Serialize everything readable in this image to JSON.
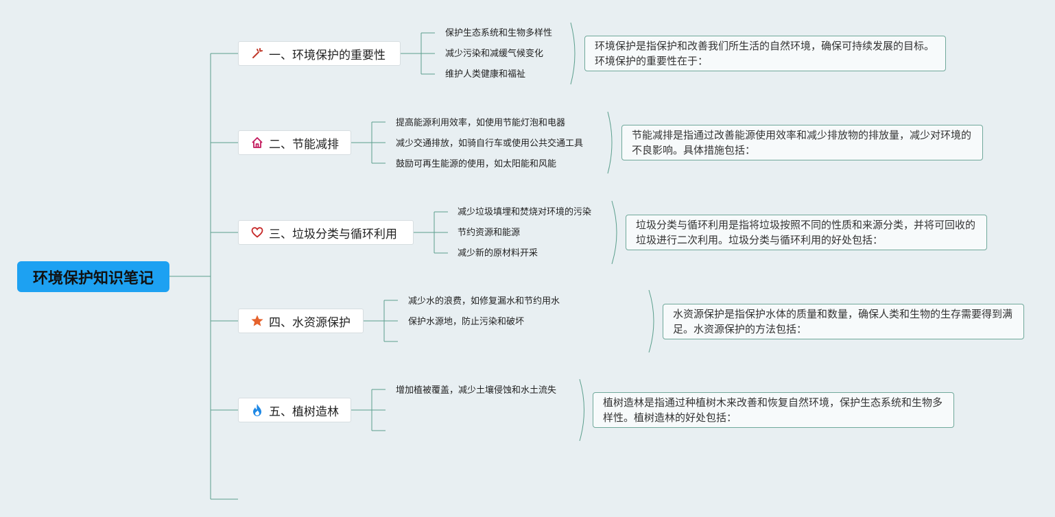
{
  "root": {
    "label": "环境保护知识笔记"
  },
  "branches": [
    {
      "title": "一、环境保护的重要性",
      "icon": "magic-wand-icon",
      "leaves": [
        "保护生态系统和生物多样性",
        "减少污染和减缓气候变化",
        "维护人类健康和福祉"
      ],
      "note": "环境保护是指保护和改善我们所生活的自然环境，确保可持续发展的目标。环境保护的重要性在于："
    },
    {
      "title": "二、节能减排",
      "icon": "home-icon",
      "leaves": [
        "提高能源利用效率，如使用节能灯泡和电器",
        "减少交通排放，如骑自行车或使用公共交通工具",
        "鼓励可再生能源的使用，如太阳能和风能"
      ],
      "note": "节能减排是指通过改善能源使用效率和减少排放物的排放量，减少对环境的不良影响。具体措施包括："
    },
    {
      "title": "三、垃圾分类与循环利用",
      "icon": "heart-icon",
      "leaves": [
        "减少垃圾填埋和焚烧对环境的污染",
        "节约资源和能源",
        "减少新的原材料开采"
      ],
      "note": "垃圾分类与循环利用是指将垃圾按照不同的性质和来源分类，并将可回收的垃圾进行二次利用。垃圾分类与循环利用的好处包括："
    },
    {
      "title": "四、水资源保护",
      "icon": "star-icon",
      "leaves": [
        "减少水的浪费，如修复漏水和节约用水",
        "保护水源地，防止污染和破坏",
        ""
      ],
      "note": "水资源保护是指保护水体的质量和数量，确保人类和生物的生存需要得到满足。水资源保护的方法包括："
    },
    {
      "title": "五、植树造林",
      "icon": "flame-icon",
      "leaves": [
        "增加植被覆盖，减少土壤侵蚀和水土流失",
        "",
        ""
      ],
      "note": "植树造林是指通过种植树木来改善和恢复自然环境，保护生态系统和生物多样性。植树造林的好处包括："
    }
  ],
  "colors": {
    "background": "#e8eff2",
    "root": "#1da1f2",
    "connector": "#5a9e8c",
    "icon_wand": "#c0392b",
    "icon_home": "#c2185b",
    "icon_heart": "#c62828",
    "icon_star": "#e5622c",
    "icon_flame": "#1e88e5"
  }
}
